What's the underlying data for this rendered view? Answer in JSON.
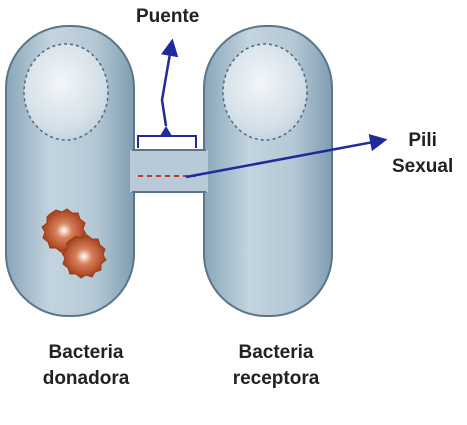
{
  "labels": {
    "bridge": "Puente",
    "pili_line1": "Pili",
    "pili_line2": "Sexual",
    "donor_line1": "Bacteria",
    "donor_line2": "donadora",
    "recipient_line1": "Bacteria",
    "recipient_line2": "receptora"
  },
  "colors": {
    "cell_fill_light": "#c9d8e2",
    "cell_fill_dark": "#7a98ad",
    "cell_outline": "#5a7688",
    "nucleus_fill": "#dce7ee",
    "plasmid": "#b5471f",
    "arrow": "#1f2a9c",
    "pili_dash": "#c0392b"
  }
}
